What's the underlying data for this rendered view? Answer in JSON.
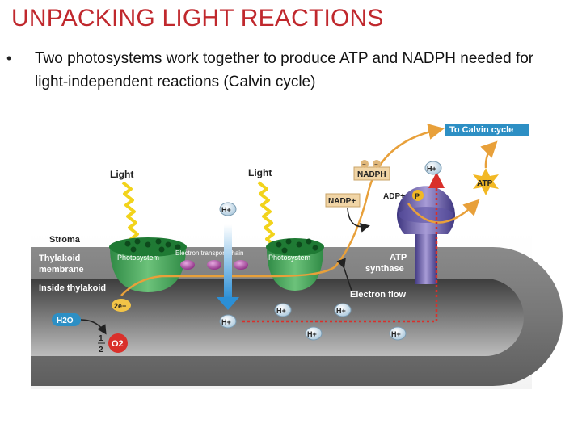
{
  "slide": {
    "title": "UNPACKING LIGHT REACTIONS",
    "bullet_symbol": "•",
    "bullet_text": "Two photosystems work together to produce ATP and NADPH needed for light-independent reactions (Calvin cycle)"
  },
  "diagram": {
    "to_calvin_cycle": "To Calvin cycle",
    "light_1": "Light",
    "light_2": "Light",
    "stroma": "Stroma",
    "thylakoid_membrane_line1": "Thylakoid",
    "thylakoid_membrane_line2": "membrane",
    "inside_thylakoid": "Inside thylakoid",
    "photosystem_1": "Photosystem",
    "photosystem_2": "Photosystem",
    "electron_transport_chain": "Electron transport chain",
    "atp_synthase_line1": "ATP",
    "atp_synthase_line2": "synthase",
    "electron_flow": "Electron flow",
    "nadph": "NADPH",
    "nadp_plus": "NADP+",
    "adp_plus": "ADP+",
    "p": "P",
    "atp": "ATP",
    "h_plus": "H+",
    "h2o": "H2O",
    "two_e": "2e−",
    "half_num": "1",
    "half_den": "2",
    "o2": "O2",
    "minus": "−"
  },
  "colors": {
    "title": "#c0282d",
    "membrane": "#6f6f6f",
    "lumen": "#4a4a4a",
    "photosystem": "#4fae5e",
    "atp_synthase": "#6a5aa8",
    "electron_path": "#e8a03a",
    "proton_path": "#d9302b",
    "calvin_label": "#2d8fc4",
    "light_bolt": "#f2d31b",
    "atp_star": "#f2b824"
  }
}
